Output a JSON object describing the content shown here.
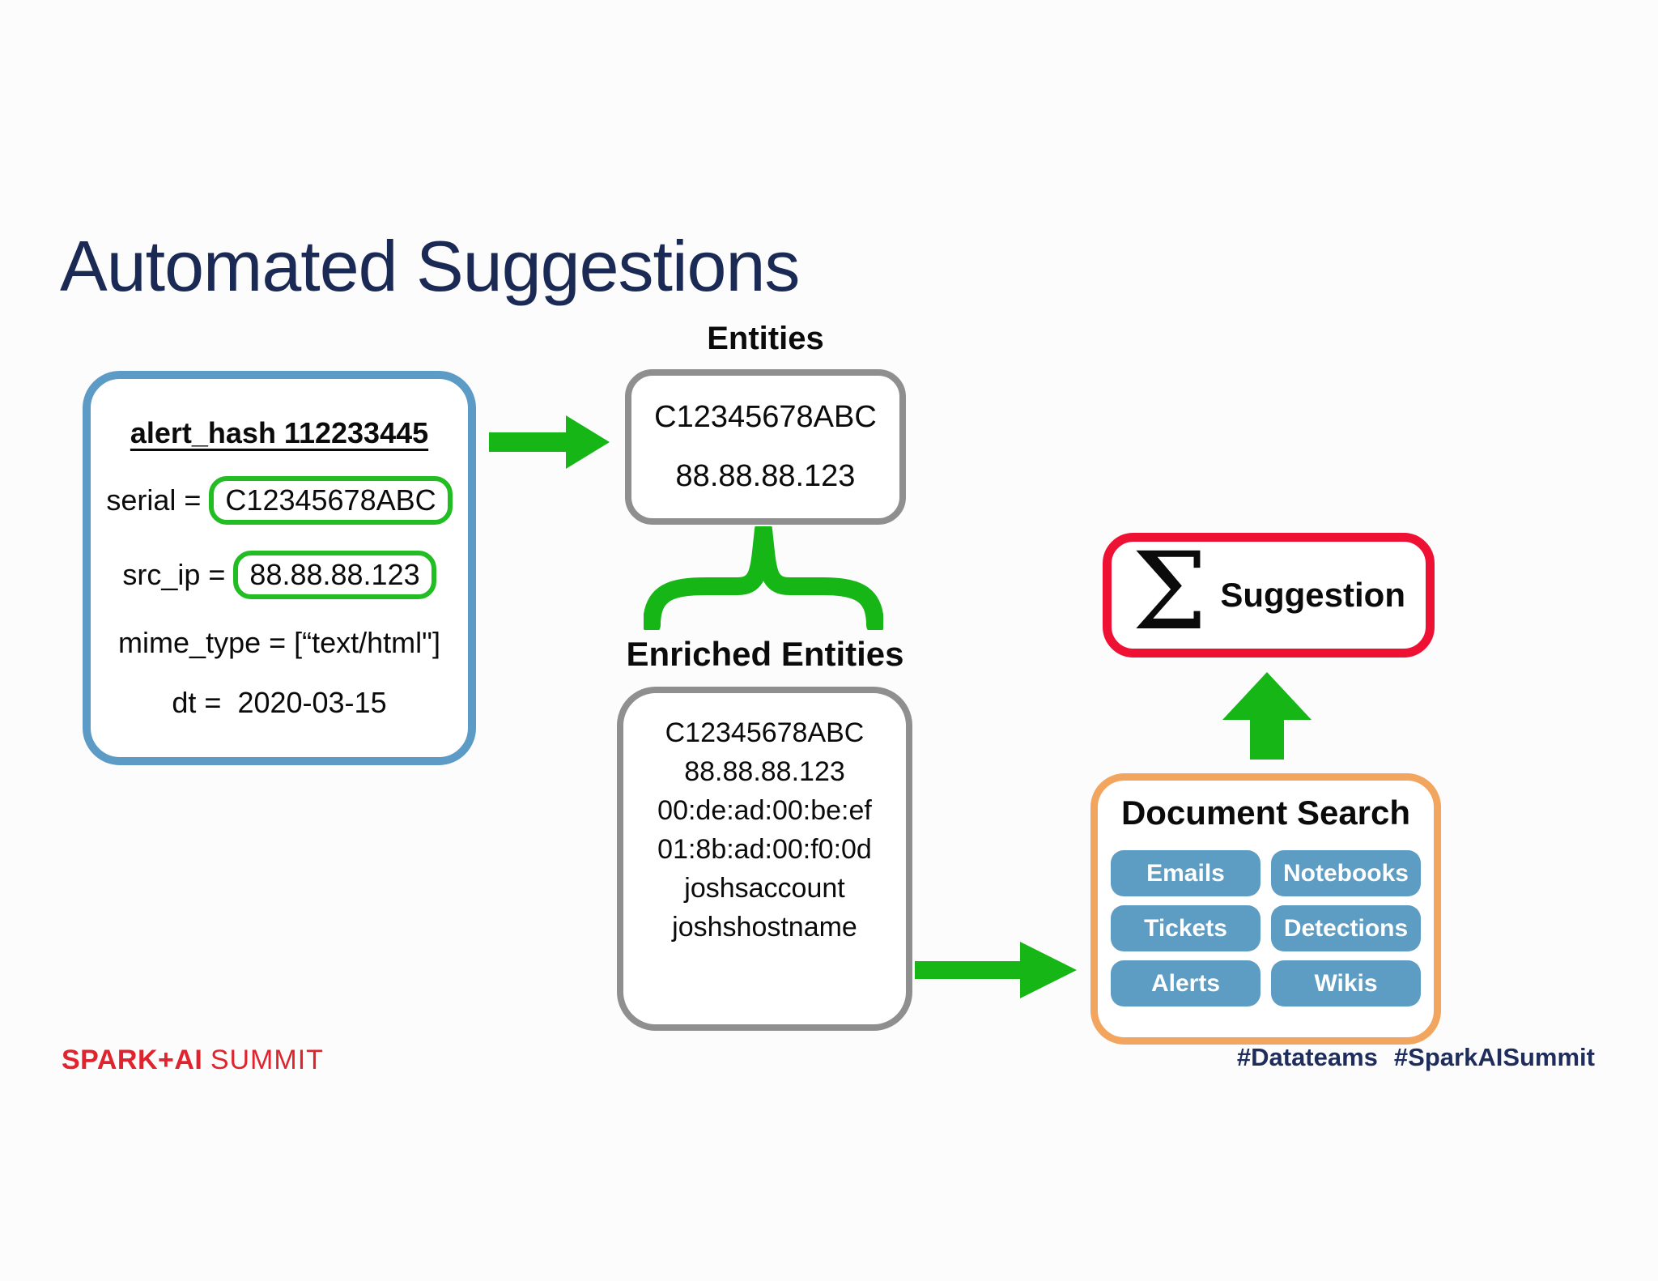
{
  "colors": {
    "navy": "#1b2a55",
    "black": "#0b0b0b",
    "blue": "#5b9bc5",
    "gray": "#8f8f8f",
    "green": "#17b617",
    "pillgreen": "#22bd22",
    "red": "#ee1133",
    "orange": "#f1a55f",
    "buttonblue": "#5d9cc3",
    "logored": "#e0242e",
    "hashnavy": "#1e2d5c",
    "bg": "#fcfcfc"
  },
  "title": "Automated Suggestions",
  "alert_box": {
    "header": "alert_hash 112233445",
    "rows": [
      {
        "label": "serial =",
        "value": "C12345678ABC"
      },
      {
        "label": "src_ip =",
        "value": "88.88.88.123"
      },
      {
        "text": "mime_type = [“text/html\"]"
      },
      {
        "text": "dt =  2020-03-15"
      }
    ]
  },
  "entities": {
    "label": "Entities",
    "items": [
      "C12345678ABC",
      "88.88.88.123"
    ]
  },
  "enriched": {
    "label": "Enriched Entities",
    "items": [
      "C12345678ABC",
      "88.88.88.123",
      "00:de:ad:00:be:ef",
      "01:8b:ad:00:f0:0d",
      "joshsaccount",
      "joshshostname"
    ]
  },
  "suggestion": {
    "sigma": "Σ",
    "label": "Suggestion"
  },
  "document_search": {
    "title": "Document Search",
    "buttons": [
      "Emails",
      "Notebooks",
      "Tickets",
      "Detections",
      "Alerts",
      "Wikis"
    ]
  },
  "footer": {
    "logo_primary": "SPARK+AI",
    "logo_secondary": "SUMMIT",
    "hashtag1": "#Datateams",
    "hashtag2": "#SparkAISummit"
  }
}
